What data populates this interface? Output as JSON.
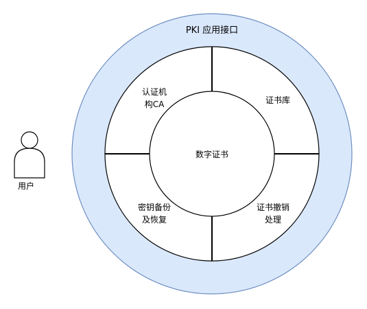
{
  "diagram": {
    "outer_ring_label": "PKI 应用接口",
    "center_label": "数字证书",
    "quadrants": {
      "top_left": "认证机\n构CA",
      "top_right": "证书库",
      "bottom_left": "密钥备份\n及恢复",
      "bottom_right": "证书撤销\n处理"
    },
    "actor_label": "用户"
  },
  "colors": {
    "outer_ring_fill": "#dae8fc",
    "outer_ring_stroke": "#6c8ebf",
    "inner_fill": "#ffffff",
    "line": "#000000"
  }
}
